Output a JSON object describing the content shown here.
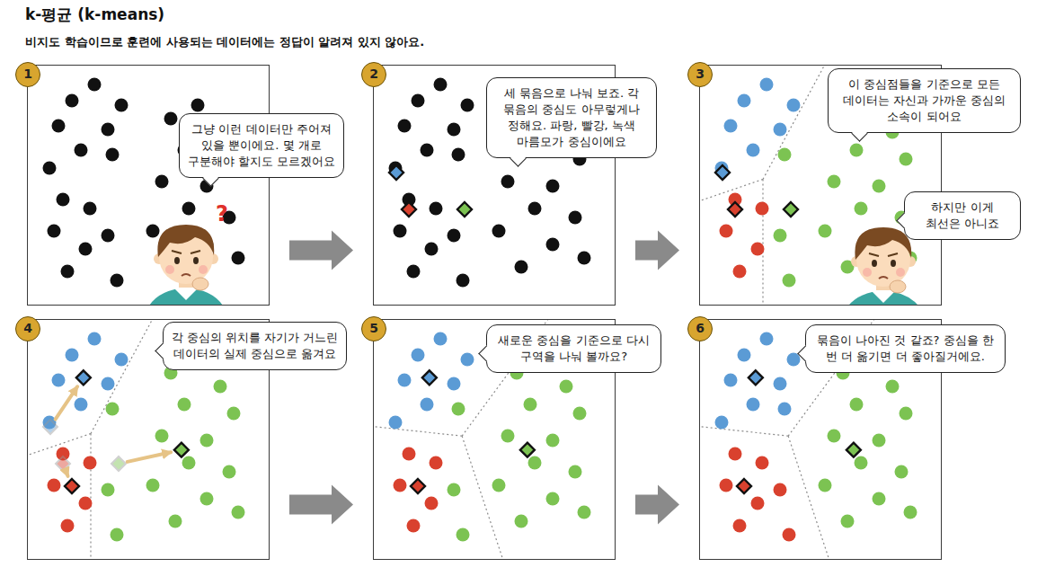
{
  "diagram": {
    "title": "k-평균 (k-means)",
    "nodes": [
      {
        "text": [
          "1"
        ]
      },
      {
        "text": [
          "그냥 이런 데이터만 주어져 있을 뿐이에요. 몇 개로 구분해야 할지도 모르겠어요"
        ],
        "in": 0
      },
      {
        "text": [
          "2"
        ]
      },
      {
        "text": [
          "세 묶음으로 나눠 보죠. 각 묶음의 중심도 아무렇게나 정해요. 파랑, 빨강, 녹색 마름모가 중심이에요"
        ],
        "in": 2
      },
      {
        "text": [
          "3"
        ]
      },
      {
        "text": [
          "이 중심점들을 기준으로 모든 데이터는 자신과 가까운 중심의 소속이 되어요"
        ],
        "in": 4
      },
      {
        "text": [
          "하지만 이게 최선은 아니죠"
        ],
        "in": 4
      },
      {
        "text": [
          "4"
        ]
      },
      {
        "text": [
          "각 중심의 위치를 자기가 거느린 데이터의 실제 중심으로 옮겨요"
        ],
        "in": 7
      },
      {
        "text": [
          "5"
        ]
      },
      {
        "text": [
          "새로운 중심을 기준으로 다시 구역을 나눠 볼까요?"
        ],
        "in": 9
      },
      {
        "text": [
          "6"
        ]
      },
      {
        "text": [
          "묶음이 나아진 것 같죠? 중심을 한 번 더 옮기면 더 좋아질거에요."
        ],
        "in": 11
      }
    ],
    "edges": [
      {
        "from": 0,
        "to": 2,
        "arrow": "to"
      },
      {
        "from": 2,
        "to": 4,
        "arrow": "to"
      },
      {
        "from": 7,
        "to": 9,
        "arrow": "to"
      },
      {
        "from": 9,
        "to": 11,
        "arrow": "to"
      }
    ],
    "labels": [
      "비지도 학습이므로 훈련에 사용되는 데이터에는 정답이 알려져 있지 않아요.",
      "?"
    ]
  }
}
